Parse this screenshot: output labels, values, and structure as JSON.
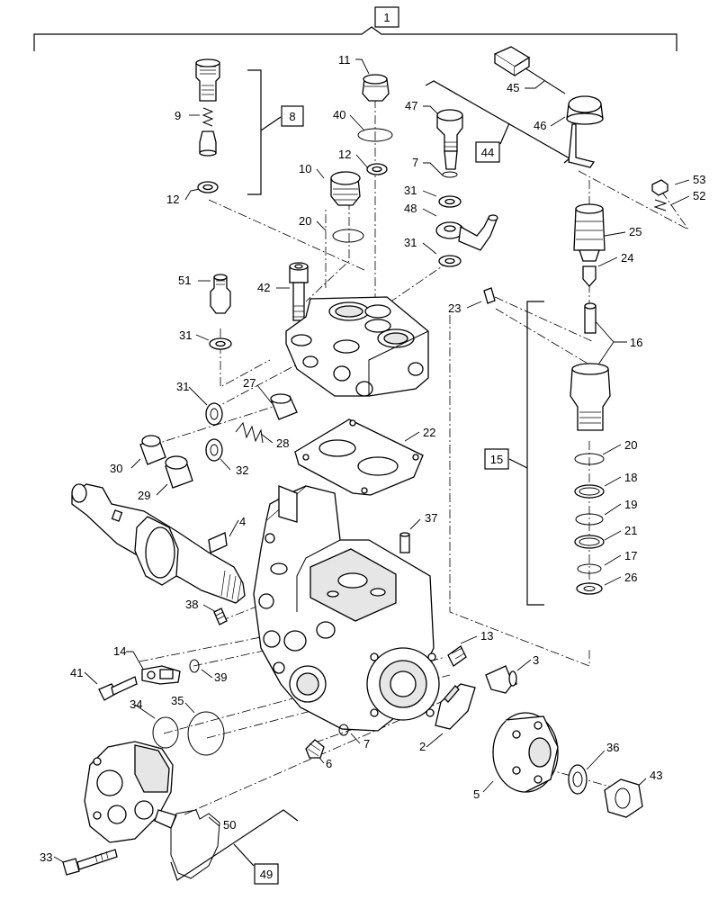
{
  "assembly_label": "1",
  "group_labels": {
    "g8": "8",
    "g44": "44",
    "g15": "15",
    "g49": "49"
  },
  "callouts": {
    "c2": "2",
    "c3": "3",
    "c4": "4",
    "c5": "5",
    "c6": "6",
    "c7a": "7",
    "c7b": "7",
    "c9": "9",
    "c10": "10",
    "c11": "11",
    "c12a": "12",
    "c12b": "12",
    "c13": "13",
    "c14": "14",
    "c16": "16",
    "c17": "17",
    "c18": "18",
    "c19": "19",
    "c20a": "20",
    "c20b": "20",
    "c21": "21",
    "c22": "22",
    "c23": "23",
    "c24": "24",
    "c25": "25",
    "c26": "26",
    "c27": "27",
    "c28": "28",
    "c29": "29",
    "c30": "30",
    "c31a": "31",
    "c31b": "31",
    "c31c": "31",
    "c31d": "31",
    "c32": "32",
    "c33": "33",
    "c34": "34",
    "c35": "35",
    "c36": "36",
    "c37": "37",
    "c38": "38",
    "c39": "39",
    "c40": "40",
    "c41": "41",
    "c42": "42",
    "c43": "43",
    "c45": "45",
    "c46": "46",
    "c47": "47",
    "c48": "48",
    "c50": "50",
    "c51": "51",
    "c52": "52",
    "c53": "53"
  }
}
